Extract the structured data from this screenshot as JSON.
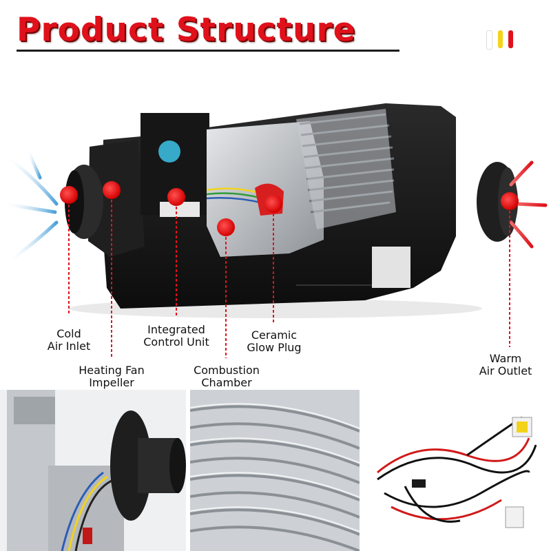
{
  "title": "Product Structure",
  "colors": {
    "accent_red": "#e0111b",
    "heater_body": "#1a1a1a",
    "metal": "#b9bdc2",
    "stripe_1": "#ffffff",
    "stripe_2": "#f2d31a",
    "stripe_3": "#e0111b"
  },
  "labels": {
    "cold_air_inlet": [
      "Cold",
      "Air Inlet"
    ],
    "heating_fan_impeller": [
      "Heating Fan",
      "Impeller"
    ],
    "integrated_control_unit": [
      "Integrated",
      "Control Unit"
    ],
    "combustion_chamber": [
      "Combustion",
      "Chamber"
    ],
    "ceramic_glow_plug": [
      "Ceramic",
      "Glow Plug"
    ],
    "warm_air_outlet": [
      "Warm",
      "Air Outlet"
    ]
  },
  "photos": {
    "left": "fan-closeup",
    "center": "heat-exchanger-fins",
    "right": "wiring-harness"
  }
}
